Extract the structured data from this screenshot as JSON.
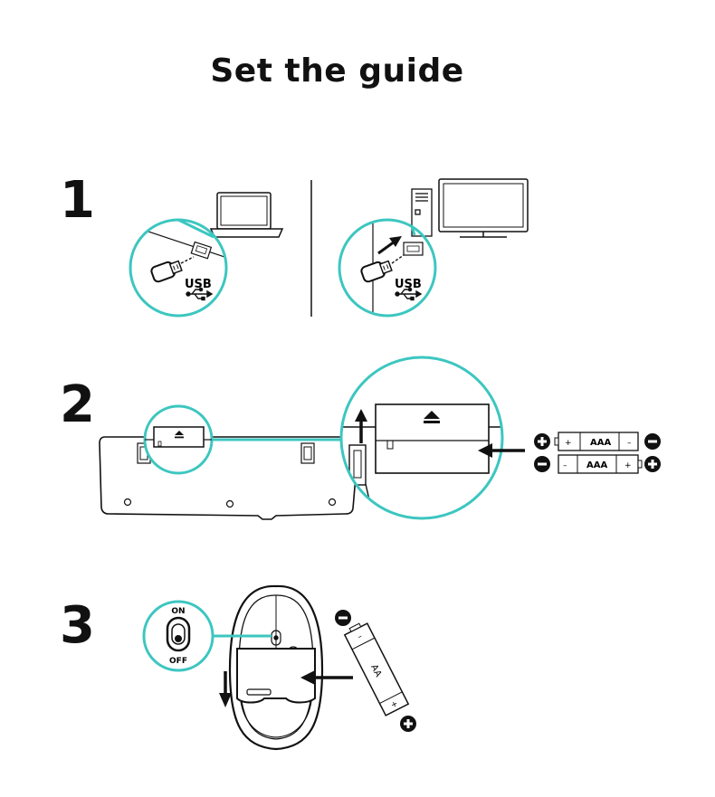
{
  "title": "Set the guide",
  "colors": {
    "accent": "#3cc6c0",
    "ink": "#1a1a1a"
  },
  "steps": [
    {
      "number": "1",
      "usb_label_left": "USB",
      "usb_label_right": "USB"
    },
    {
      "number": "2",
      "battery_label_top": "AAA",
      "battery_label_bottom": "AAA"
    },
    {
      "number": "3",
      "switch_on": "ON",
      "switch_off": "OFF",
      "battery_label": "AA"
    }
  ],
  "polarity": {
    "plus": "+",
    "minus": "–"
  },
  "icons": [
    "laptop-icon",
    "desktop-tower-icon",
    "monitor-icon",
    "usb-receiver-icon",
    "usb-symbol-icon",
    "arrow-icon",
    "plus-terminal-icon",
    "minus-terminal-icon",
    "eject-icon"
  ]
}
